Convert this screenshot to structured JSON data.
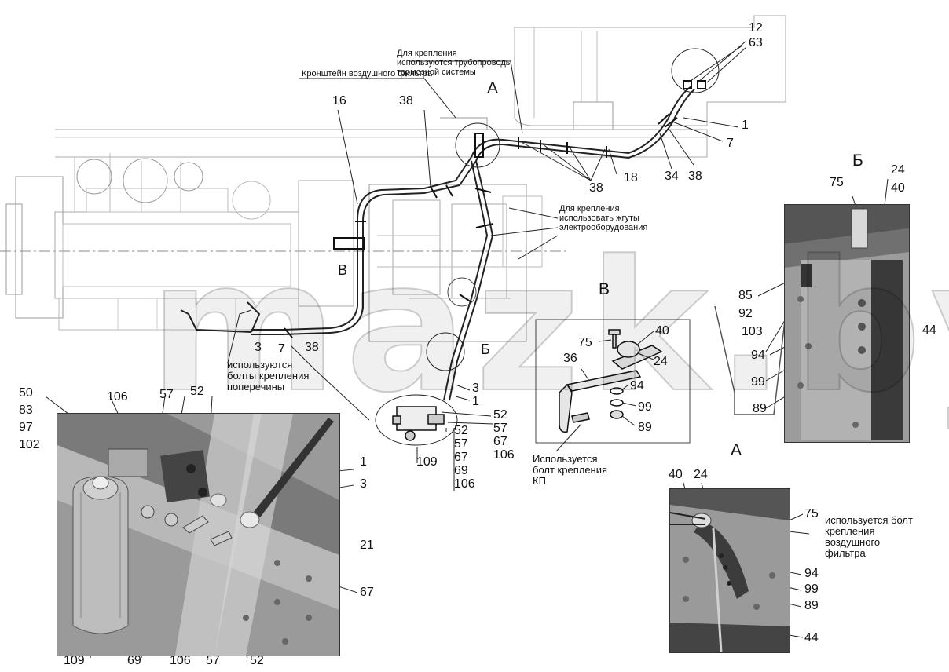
{
  "diagram": {
    "watermark": "mazk.by",
    "notes": {
      "brake_lines": "Для крепления используются трубопроводы тормозной системы",
      "air_filter_bracket": "Кронштейн воздушного фильтра",
      "wiring": "Для крепления использовать жгуты электрооборудования",
      "crossmember_bolts": "используются болты крепления поперечины",
      "gearbox_bolt": "Используется болт крепления КП",
      "air_filter_bolt": "используется болт крепления воздушного фильтра"
    },
    "views": {
      "a": "А",
      "b": "Б",
      "v": "В",
      "v_arrow": "В"
    },
    "callouts": {
      "c12": "12",
      "c63": "63",
      "c1_top": "1",
      "c7_top": "7",
      "c38_r": "38",
      "c34": "34",
      "c18": "18",
      "c38_mid": "38",
      "c16": "16",
      "c38_top": "38",
      "c3_left": "3",
      "c7_left": "7",
      "c38_left": "38",
      "valve_3": "3",
      "valve_1": "1",
      "valve_52a": "52",
      "valve_57a": "57",
      "valve_67a": "67",
      "valve_106a": "106",
      "valve_52b": "52",
      "valve_57b": "57",
      "valve_67b": "67",
      "valve_69": "69",
      "valve_106b": "106",
      "valve_109": "109",
      "v_75": "75",
      "v_40": "40",
      "v_24": "24",
      "v_36": "36",
      "v_94": "94",
      "v_99": "99",
      "v_89": "89",
      "b_75": "75",
      "b_24": "24",
      "b_40": "40",
      "b_85": "85",
      "b_92": "92",
      "b_103": "103",
      "b_94": "94",
      "b_44": "44",
      "b_99": "99",
      "b_89": "89",
      "a_40": "40",
      "a_24": "24",
      "a_75": "75",
      "a_94": "94",
      "a_99": "99",
      "a_89": "89",
      "a_44": "44",
      "d_50": "50",
      "d_83": "83",
      "d_97": "97",
      "d_102": "102",
      "d_106_top": "106",
      "d_57_top": "57",
      "d_52_top": "52",
      "d_1": "1",
      "d_3": "3",
      "d_21": "21",
      "d_67": "67",
      "d_109": "109",
      "d_69": "69",
      "d_106_bot": "106",
      "d_57_bot": "57",
      "d_52_bot": "52"
    }
  }
}
